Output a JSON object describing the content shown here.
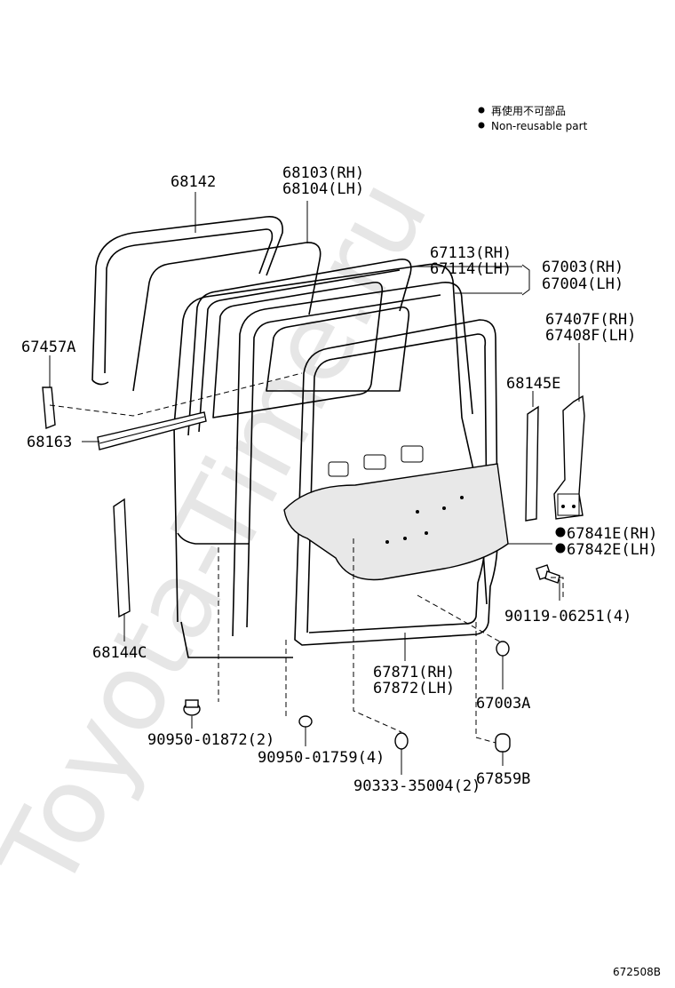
{
  "watermark": "Toyota-Time.ru",
  "legend": {
    "jp": "再使用不可部品",
    "en": "Non-reusable part"
  },
  "figure_id": "672508B",
  "labels": {
    "l68142": "68142",
    "l68103": "68103(RH)",
    "l68104": "68104(LH)",
    "l67113": "67113(RH)",
    "l67114": "67114(LH)",
    "l67003": "67003(RH)",
    "l67004": "67004(LH)",
    "l67407": "67407F(RH)",
    "l67408": "67408F(LH)",
    "l67457": "67457A",
    "l68145": "68145E",
    "l68163": "68163",
    "l67841": "67841E(RH)",
    "l67842": "67842E(LH)",
    "l90119": "90119-06251(4)",
    "l68144": "68144C",
    "l67871": "67871(RH)",
    "l67872": "67872(LH)",
    "l67003a": "67003A",
    "l90950a": "90950-01872(2)",
    "l90950b": "90950-01759(4)",
    "l90333": "90333-35004(2)",
    "l67859": "67859B"
  }
}
